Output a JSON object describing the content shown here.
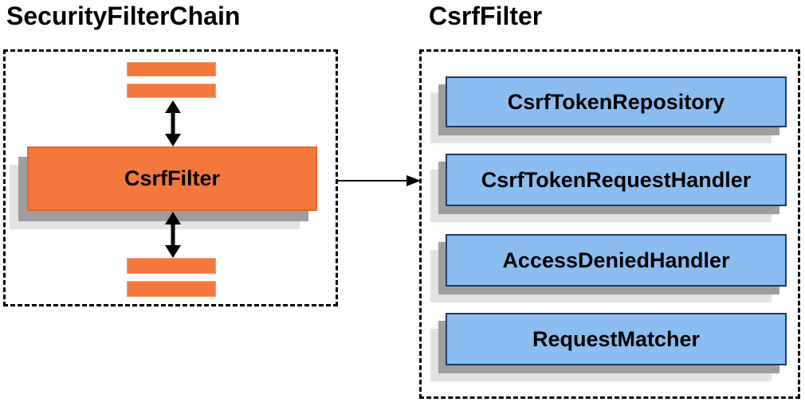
{
  "colors": {
    "orange": "#f4783c",
    "orange-border": "#e8622c",
    "orange-bar-border": "#f59d73",
    "blue": "#8bbdf0",
    "blue-border": "#1f3864",
    "shadow-dark": "#9e9e9e",
    "shadow-light": "#e2e2e2",
    "arrow": "#000000",
    "text": "#000000"
  },
  "left_panel": {
    "title": "SecurityFilterChain",
    "center_box_label": "CsrfFilter"
  },
  "right_panel": {
    "title": "CsrfFilter",
    "components": [
      "CsrfTokenRepository",
      "CsrfTokenRequestHandler",
      "AccessDeniedHandler",
      "RequestMatcher"
    ]
  }
}
